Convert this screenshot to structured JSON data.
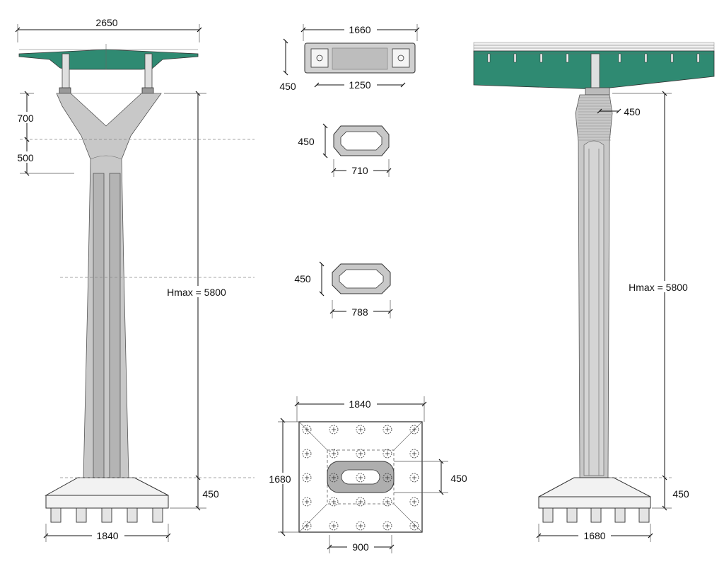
{
  "elevation_y": {
    "top_width": "2650",
    "fork_height": "700",
    "transition_height": "500",
    "height": "Hmax = 5800",
    "footing_height": "450",
    "footing_width": "1840"
  },
  "section_top": {
    "width": "1660",
    "height": "450",
    "inner_width": "1250"
  },
  "section_mid1": {
    "height": "450",
    "width": "710"
  },
  "section_mid2": {
    "height": "450",
    "width": "788"
  },
  "foundation_plan": {
    "width": "1840",
    "depth": "1680",
    "column_depth": "450",
    "pile_spacing": "900"
  },
  "elevation_side": {
    "column_thickness": "450",
    "height": "Hmax = 5800",
    "footing_height": "450",
    "footing_width": "1680"
  },
  "colors": {
    "deck": "#2f8a72",
    "concrete": "#c8c8c8"
  }
}
